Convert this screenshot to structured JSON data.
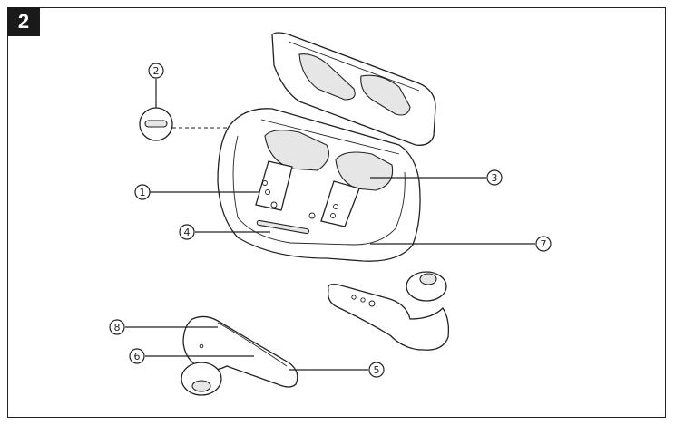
{
  "step": "2",
  "callouts": [
    {
      "id": "c1",
      "label": "1"
    },
    {
      "id": "c2",
      "label": "2"
    },
    {
      "id": "c3",
      "label": "3"
    },
    {
      "id": "c4",
      "label": "4"
    },
    {
      "id": "c5",
      "label": "5"
    },
    {
      "id": "c6",
      "label": "6"
    },
    {
      "id": "c7",
      "label": "7"
    },
    {
      "id": "c8",
      "label": "8"
    }
  ],
  "icons": {
    "charging_port": "usb-c-port-icon"
  },
  "colors": {
    "line": "#222222",
    "badge": "#1a1a1a",
    "shade": "#e6e6e6"
  }
}
